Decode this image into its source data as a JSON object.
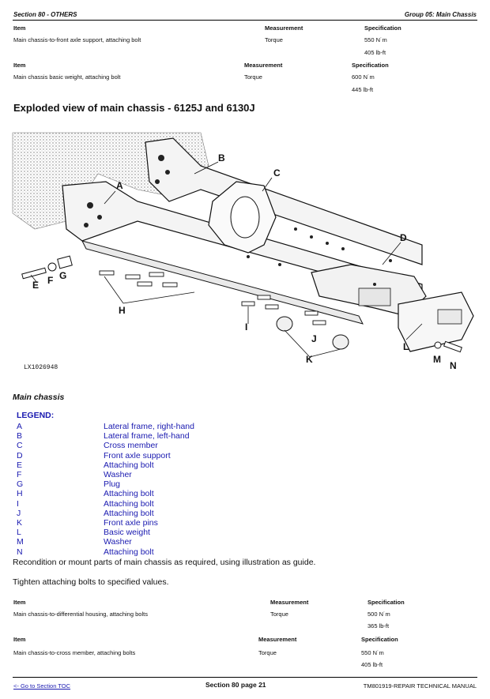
{
  "header": {
    "section": "Section 80 - OTHERS",
    "group": "Group 05: Main Chassis"
  },
  "top_tables": [
    {
      "headers": {
        "item": "Item",
        "measurement": "Measurement",
        "specification": "Specification"
      },
      "row": {
        "item": "Main chassis-to-front axle support, attaching bolt",
        "measurement": "Torque",
        "spec_metric": "550 N˙m",
        "spec_imperial": "405 lb-ft"
      }
    },
    {
      "headers": {
        "item": "Item",
        "measurement": "Measurement",
        "specification": "Specification"
      },
      "row": {
        "item": "Main chassis basic weight, attaching bolt",
        "measurement": "Torque",
        "spec_metric": "600 N˙m",
        "spec_imperial": "445 lb-ft"
      }
    }
  ],
  "title": "Exploded view of main chassis - 6125J and 6130J",
  "figure": {
    "callouts": [
      "A",
      "B",
      "C",
      "D",
      "E",
      "F",
      "G",
      "H",
      "I",
      "J",
      "K",
      "L",
      "M",
      "N"
    ],
    "figure_id": "LX1026948"
  },
  "caption": "Main chassis",
  "legend": {
    "title": "LEGEND:",
    "items": [
      {
        "key": "A",
        "label": "Lateral frame, right-hand"
      },
      {
        "key": "B",
        "label": "Lateral frame, left-hand"
      },
      {
        "key": "C",
        "label": "Cross member"
      },
      {
        "key": "D",
        "label": "Front axle support"
      },
      {
        "key": "E",
        "label": "Attaching bolt"
      },
      {
        "key": "F",
        "label": "Washer"
      },
      {
        "key": "G",
        "label": "Plug"
      },
      {
        "key": "H",
        "label": "Attaching bolt"
      },
      {
        "key": "I",
        "label": "Attaching bolt"
      },
      {
        "key": "J",
        "label": "Attaching bolt"
      },
      {
        "key": "K",
        "label": "Front axle pins"
      },
      {
        "key": "L",
        "label": "Basic weight"
      },
      {
        "key": "M",
        "label": "Washer"
      },
      {
        "key": "N",
        "label": "Attaching bolt"
      }
    ]
  },
  "paragraphs": {
    "p1": "Recondition or mount parts of main chassis as required, using illustration as guide.",
    "p2": "Tighten attaching bolts to specified values."
  },
  "bottom_tables": [
    {
      "headers": {
        "item": "Item",
        "measurement": "Measurement",
        "specification": "Specification"
      },
      "row": {
        "item": "Main chassis-to-differential housing, attaching bolts",
        "measurement": "Torque",
        "spec_metric": "500 N˙m",
        "spec_imperial": "365 lb-ft"
      }
    },
    {
      "headers": {
        "item": "Item",
        "measurement": "Measurement",
        "specification": "Specification"
      },
      "row": {
        "item": "Main chassis-to-cross member, attaching bolts",
        "measurement": "Torque",
        "spec_metric": "550 N˙m",
        "spec_imperial": "405 lb-ft"
      }
    }
  ],
  "footer": {
    "link": "<- Go to Section TOC",
    "page": "Section 80 page 21",
    "manual": "TM801919-REPAIR TECHNICAL MANUAL"
  }
}
